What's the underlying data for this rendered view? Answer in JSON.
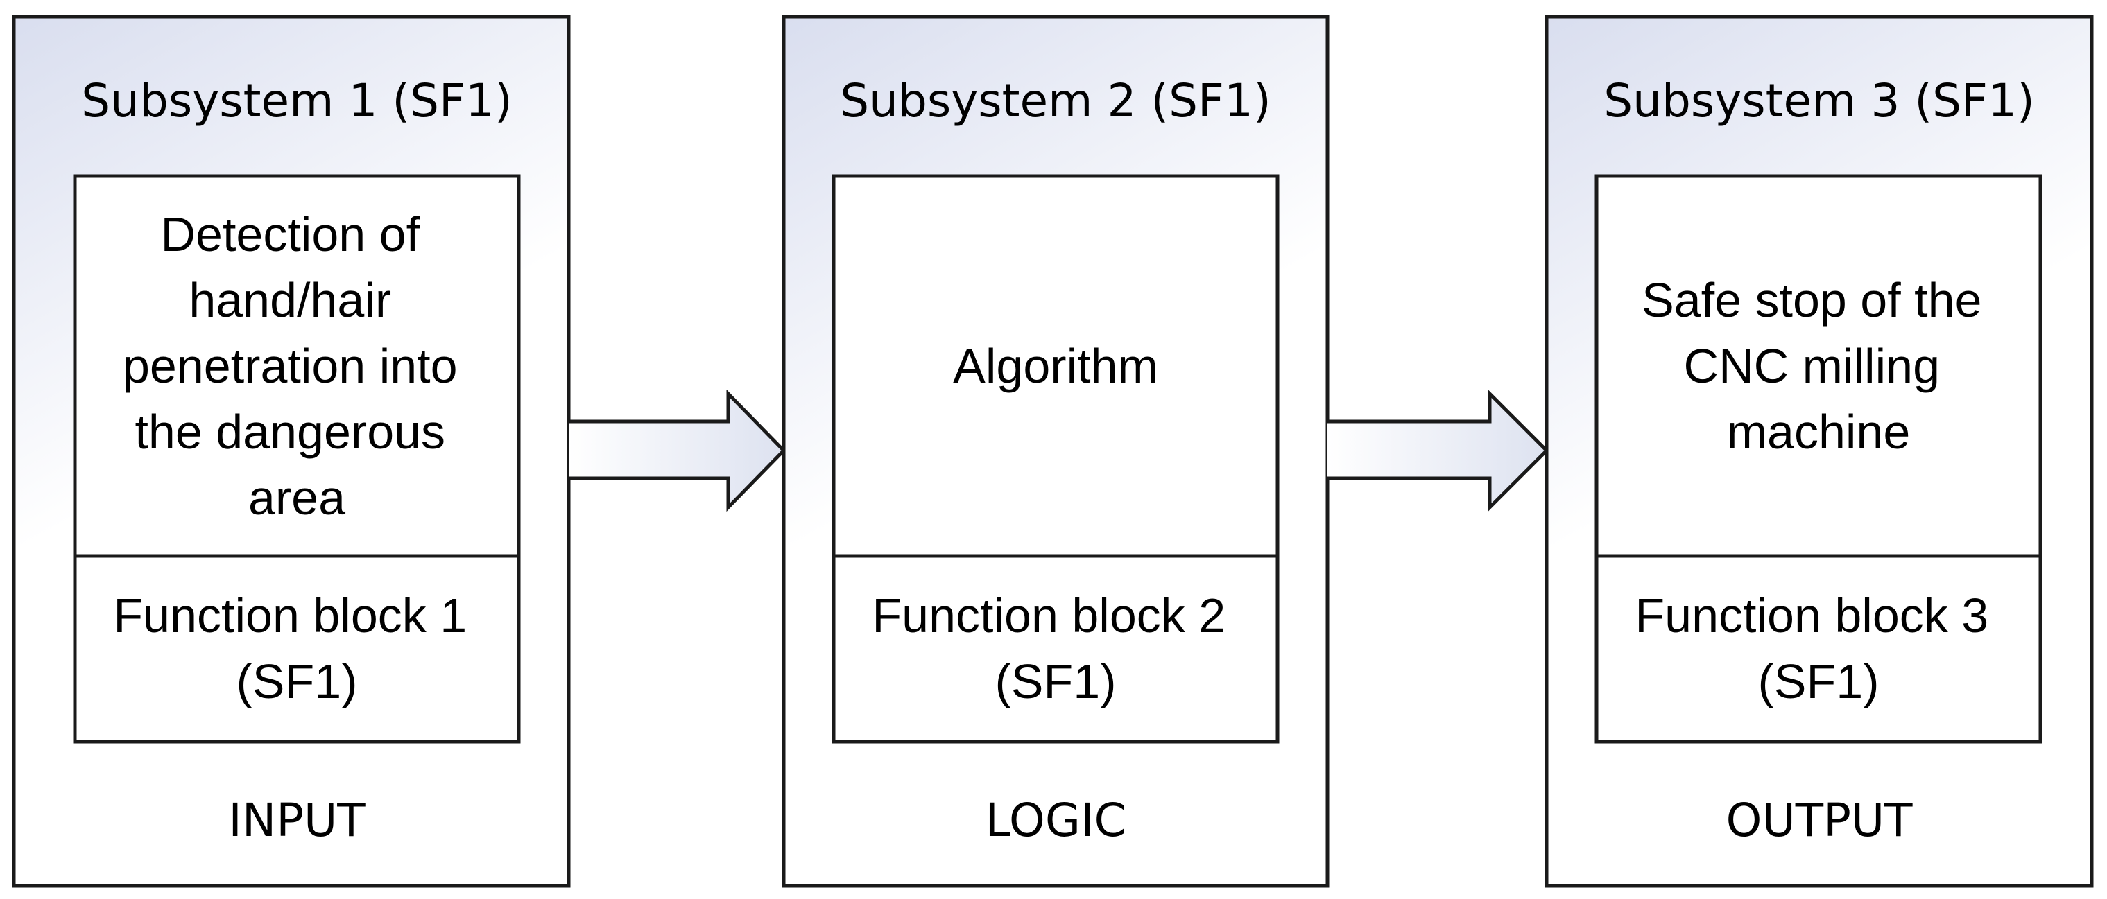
{
  "diagram": {
    "subsystems": [
      {
        "title": "Subsystem 1 (SF1)",
        "top_box_lines": [
          "Detection of",
          "hand/hair",
          "penetration into",
          "the dangerous",
          "area"
        ],
        "bottom_box_lines": [
          "Function block 1",
          "(SF1)"
        ],
        "label": "INPUT"
      },
      {
        "title": "Subsystem 2 (SF1)",
        "top_box_lines": [
          "Algorithm"
        ],
        "bottom_box_lines": [
          "Function block 2",
          "(SF1)"
        ],
        "label": "LOGIC"
      },
      {
        "title": "Subsystem 3 (SF1)",
        "top_box_lines": [
          "Safe stop of the",
          "CNC milling",
          "machine"
        ],
        "bottom_box_lines": [
          "Function block 3",
          "(SF1)"
        ],
        "label": "OUTPUT"
      }
    ],
    "colors": {
      "stroke": "#1a1a1a",
      "panel_gradient_start": "#d9deef",
      "panel_gradient_end": "#ffffff",
      "text": "#000000"
    }
  }
}
